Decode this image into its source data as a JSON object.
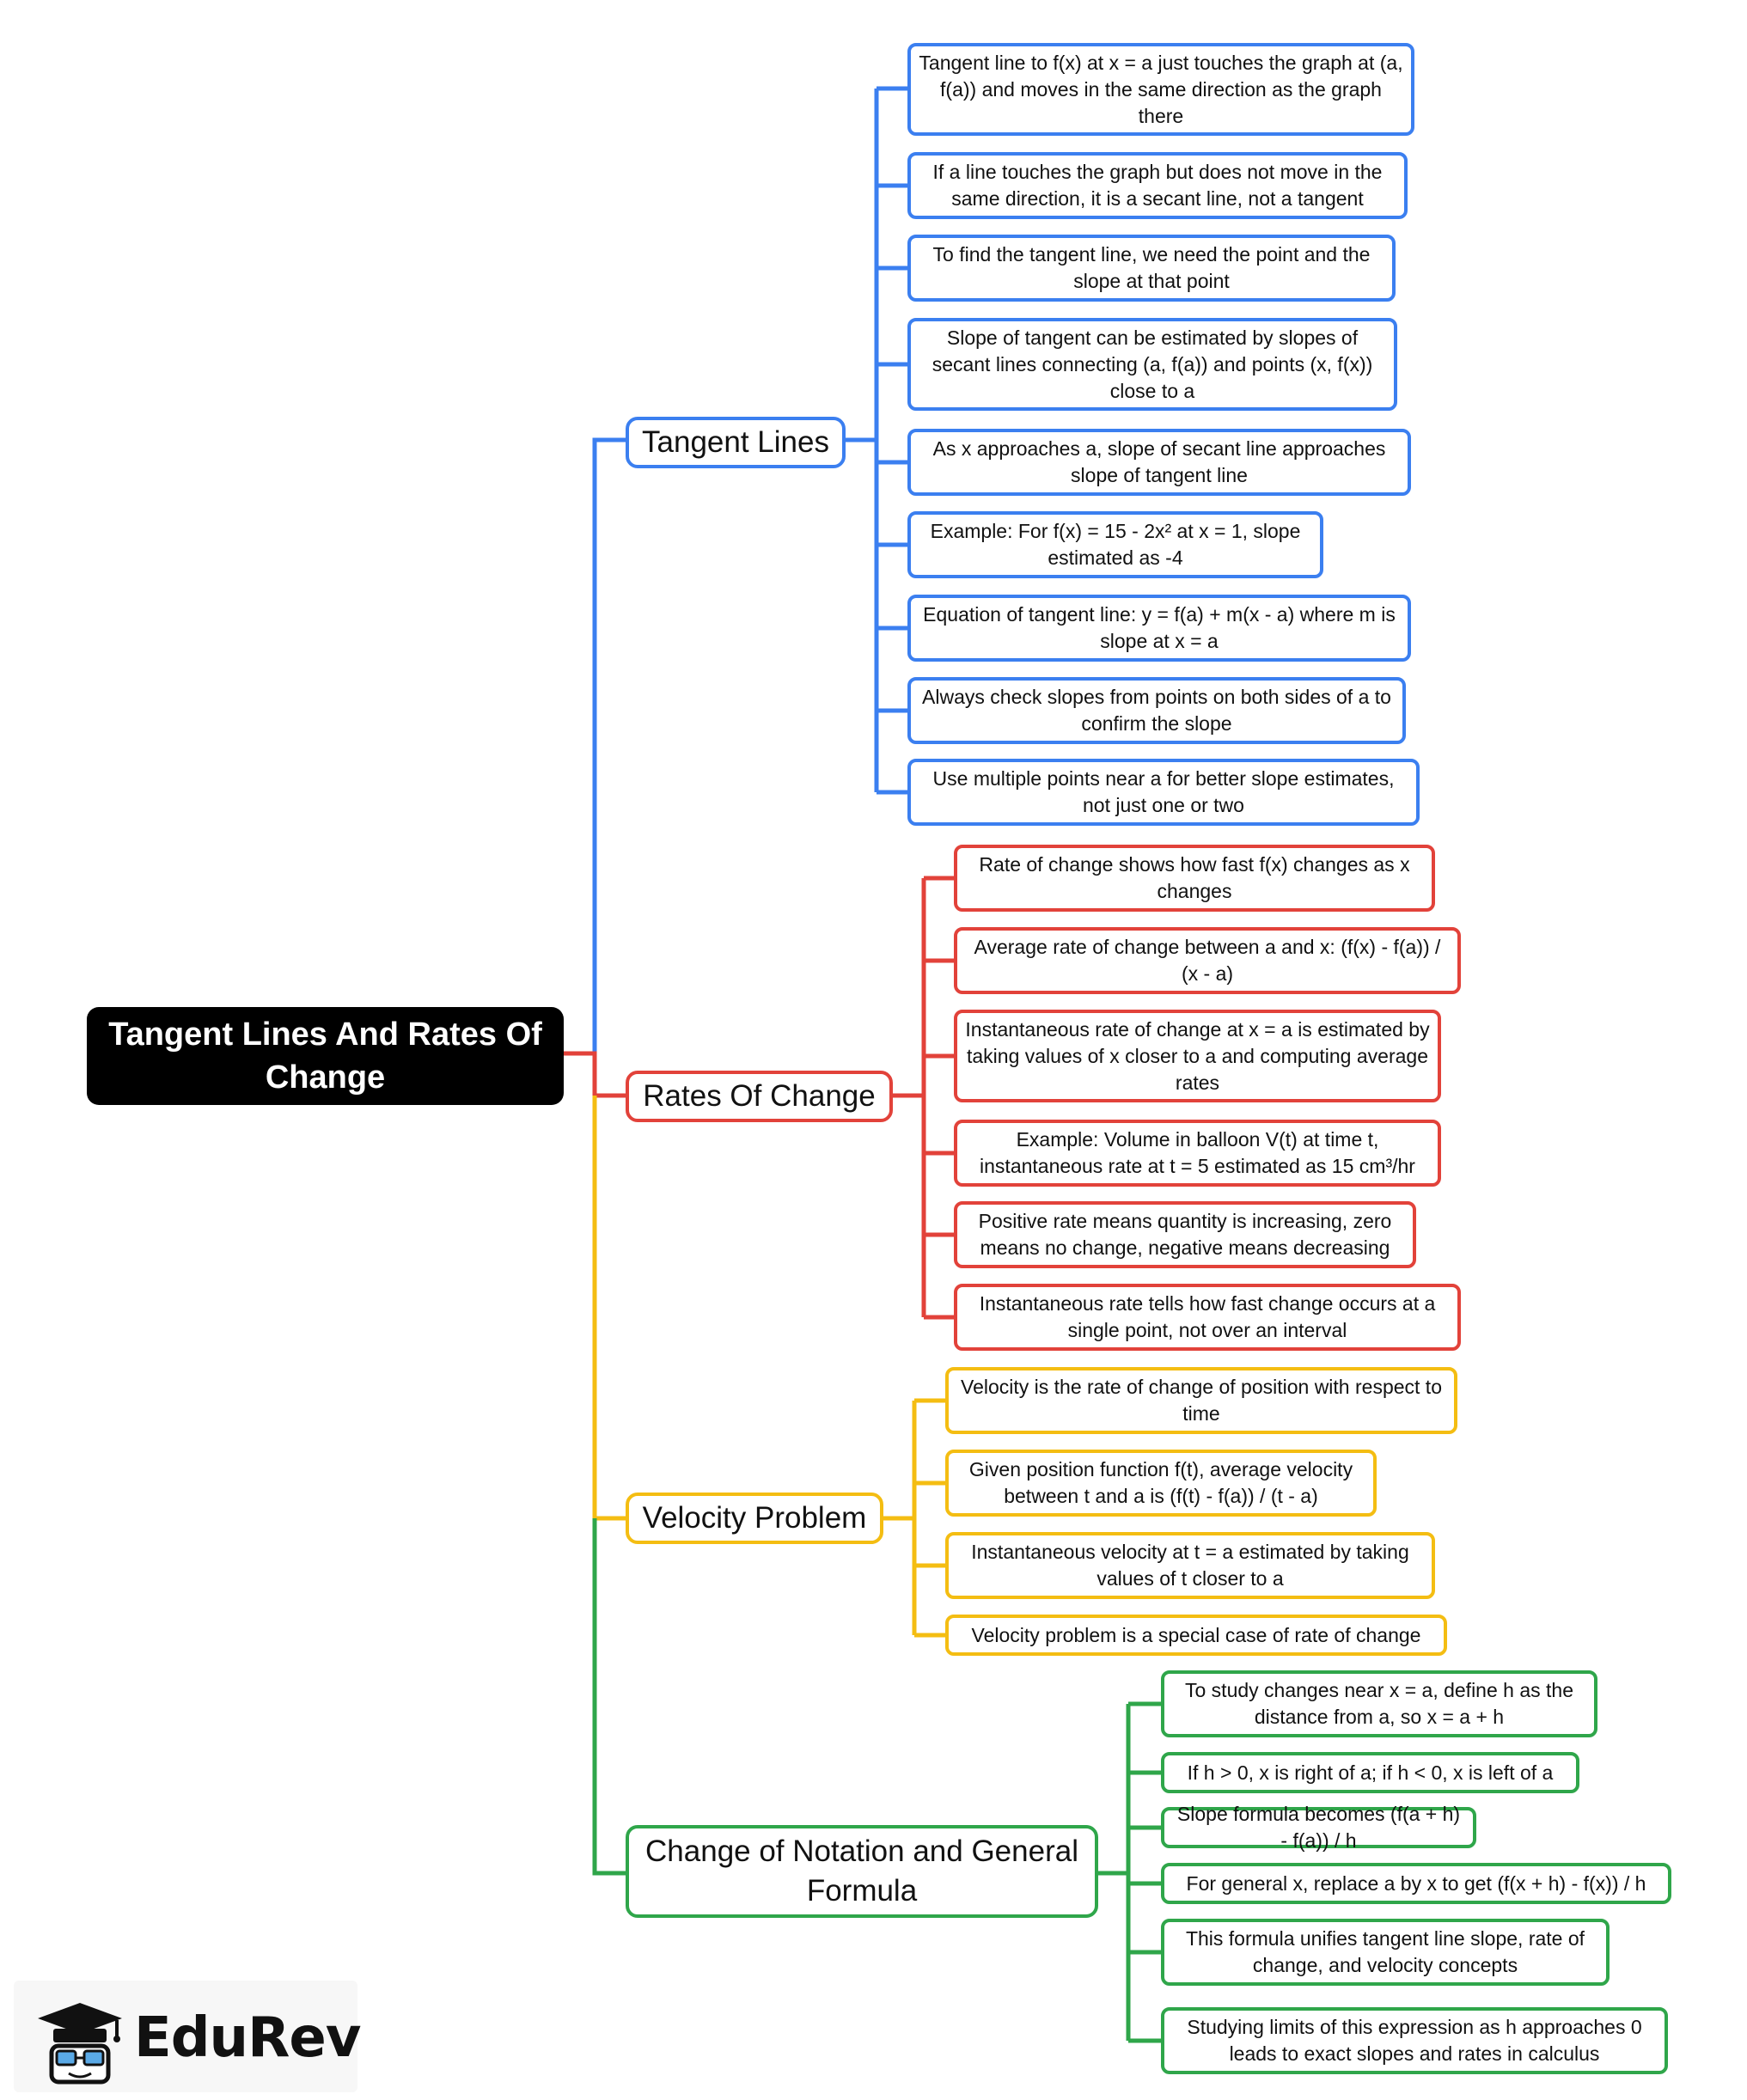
{
  "root": {
    "label": "Tangent Lines And Rates Of Change"
  },
  "branches": [
    {
      "label": "Tangent Lines",
      "color": "#3b7ff0",
      "items": [
        "Tangent line to f(x) at x = a just touches the graph at (a, f(a)) and moves in the same direction as the graph there",
        "If a line touches the graph but does not move in the same direction, it is a secant line, not a tangent",
        "To find the tangent line, we need the point and the slope at that point",
        "Slope of tangent can be estimated by slopes of secant lines connecting (a, f(a)) and points (x, f(x)) close to a",
        "As x approaches a, slope of secant line approaches slope of tangent line",
        "Example: For f(x) = 15 - 2x² at x = 1, slope estimated as -4",
        "Equation of tangent line: y = f(a) + m(x - a) where m is slope at x = a",
        "Always check slopes from points on both sides of a to confirm the slope",
        "Use multiple points near a for better slope estimates, not just one or two"
      ]
    },
    {
      "label": "Rates Of Change",
      "color": "#e2423a",
      "items": [
        "Rate of change shows how fast f(x) changes as x changes",
        "Average rate of change between a and x: (f(x) - f(a)) / (x - a)",
        "Instantaneous rate of change at x = a is estimated by taking values of x closer to a and computing average rates",
        "Example: Volume in balloon V(t) at time t, instantaneous rate at t = 5 estimated as 15 cm³/hr",
        "Positive rate means quantity is increasing, zero means no change, negative means decreasing",
        "Instantaneous rate tells how fast change occurs at a single point, not over an interval"
      ]
    },
    {
      "label": "Velocity Problem",
      "color": "#f4bd12",
      "items": [
        "Velocity is the rate of change of position with respect to time",
        "Given position function f(t), average velocity between t and a is (f(t) - f(a)) / (t - a)",
        "Instantaneous velocity at t = a estimated by taking values of t closer to a",
        "Velocity problem is a special case of rate of change"
      ]
    },
    {
      "label": "Change of Notation and General Formula",
      "color": "#2fa64a",
      "items": [
        "To study changes near x = a, define h as the distance from a, so x = a + h",
        "If h > 0, x is right of a; if h < 0, x is left of a",
        "Slope formula becomes (f(a + h) - f(a)) / h",
        "For general x, replace a by x to get (f(x + h) - f(x)) / h",
        "This formula unifies tangent line slope, rate of change, and velocity concepts",
        "Studying limits of this expression as h approaches 0 leads to exact slopes and rates in calculus"
      ]
    }
  ],
  "brand": {
    "name": "EduRev",
    "icon": "graduation-cap-student-icon"
  }
}
